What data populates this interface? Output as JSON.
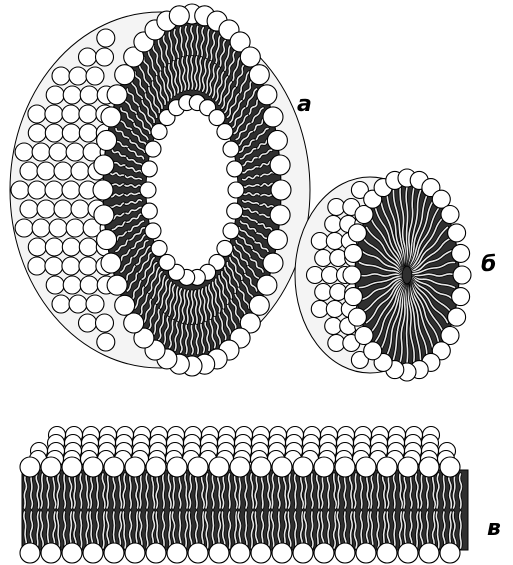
{
  "labels": {
    "a": "а",
    "b": "б",
    "c": "в"
  },
  "structures": [
    {
      "id": "a",
      "kind": "liposome"
    },
    {
      "id": "b",
      "kind": "micelle"
    },
    {
      "id": "c",
      "kind": "bilayer"
    }
  ],
  "colors": {
    "head_fill": "#ffffff",
    "outline": "#000000",
    "tail_dark": "#2f2f2f",
    "tail_light": "#e6e6e6"
  }
}
